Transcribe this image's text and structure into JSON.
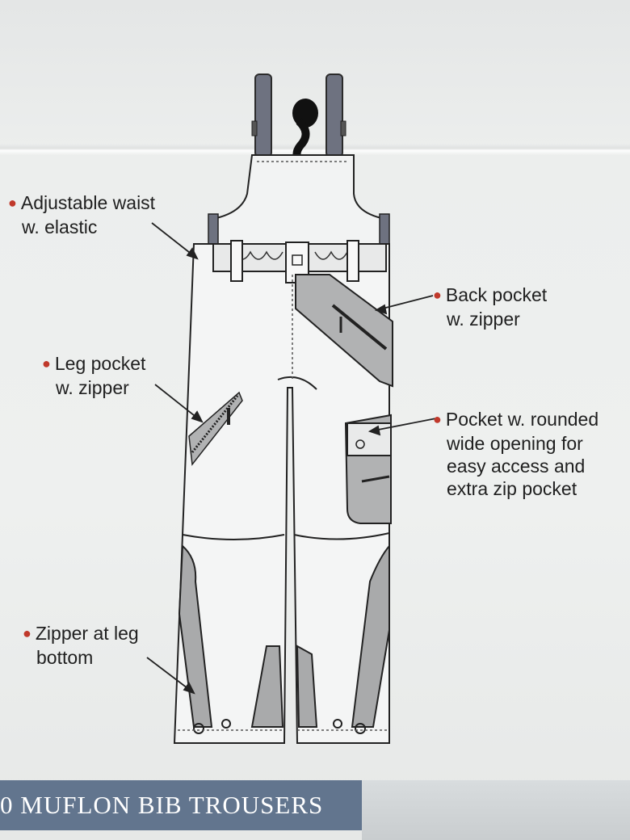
{
  "callouts": {
    "waist": {
      "line1": "Adjustable waist",
      "line2": "w. elastic"
    },
    "leg_pocket": {
      "line1": "Leg pocket",
      "line2": "w. zipper"
    },
    "leg_zipper": {
      "line1": "Zipper at leg",
      "line2": "bottom"
    },
    "back_pocket": {
      "line1": "Back pocket",
      "line2": "w. zipper"
    },
    "rounded_pocket": {
      "line1": "Pocket w. rounded",
      "line2": "wide opening for",
      "line3": "easy access and",
      "line4": "extra zip pocket"
    }
  },
  "footer": {
    "title": "0 MUFLON BIB TROUSERS"
  },
  "colors": {
    "accent_bullet": "#c0392b",
    "title_bar": "#62758e",
    "panel_gray": "#a9aaab"
  }
}
